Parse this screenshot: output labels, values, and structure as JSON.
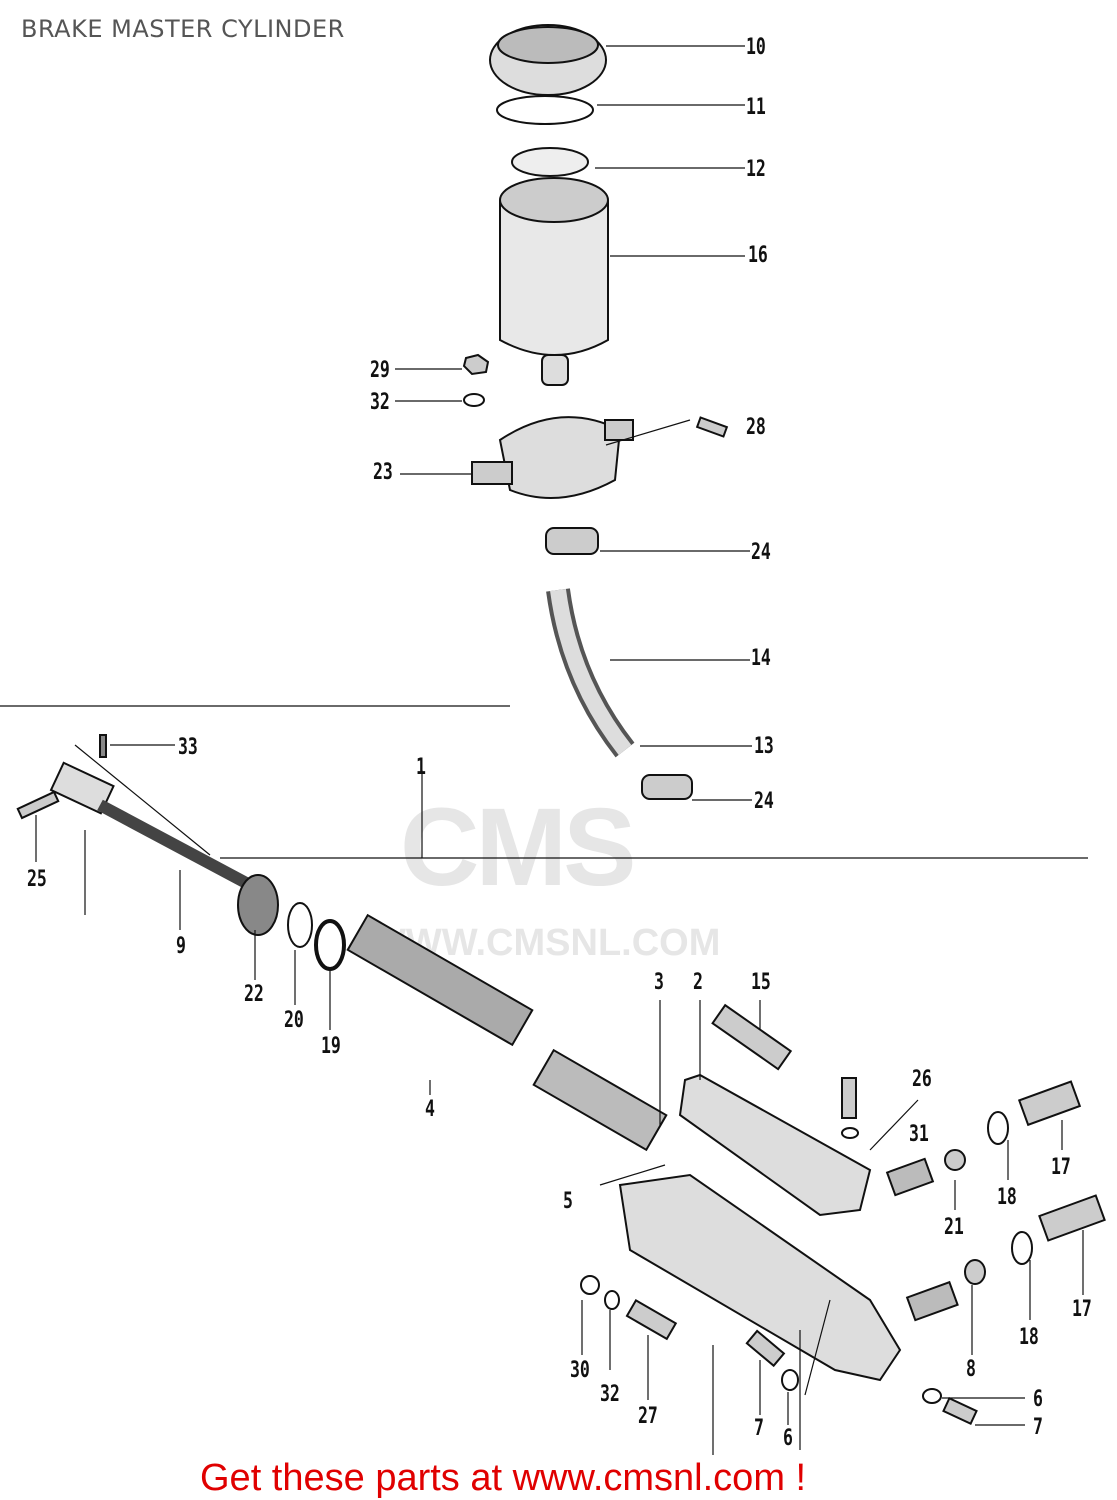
{
  "title": "BRAKE MASTER CYLINDER",
  "watermark": {
    "logo": "CMS",
    "url": "WWW.CMSNL.COM"
  },
  "cta": "Get these parts at www.cmsnl.com !",
  "colors": {
    "cta": "#e00000",
    "title": "#555555",
    "watermark": "#e6e6e6"
  },
  "labels": [
    "10",
    "11",
    "12",
    "16",
    "29",
    "32",
    "28",
    "23",
    "24",
    "14",
    "13",
    "24",
    "33",
    "1",
    "25",
    "9",
    "22",
    "20",
    "19",
    "4",
    "3",
    "2",
    "15",
    "26",
    "31",
    "17",
    "18",
    "21",
    "5",
    "17",
    "18",
    "8",
    "30",
    "32",
    "27",
    "7",
    "6",
    "6",
    "7"
  ]
}
